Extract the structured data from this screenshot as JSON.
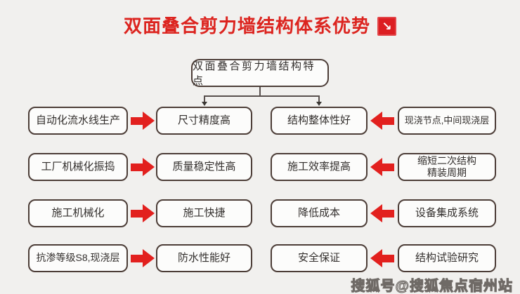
{
  "colors": {
    "background": "#f1f0ee",
    "title_red": "#dc241f",
    "arrow_red": "#e2201e",
    "box_border": "#4c3d37",
    "text": "#332f2d",
    "connector": "#58504d"
  },
  "title": {
    "text": "双面叠合剪力墙结构体系优势",
    "icon_glyph": "↘"
  },
  "root": {
    "label": "双面叠合剪力墙结构特点"
  },
  "rows": [
    {
      "left": "自动化流水线生产",
      "mid_left": "尺寸精度高",
      "mid_right": "结构整体性好",
      "right": "现浇节点,中间现浇层"
    },
    {
      "left": "工厂机械化振捣",
      "mid_left": "质量稳定性高",
      "mid_right": "施工效率提高",
      "right": "缩短二次结构\n精装周期"
    },
    {
      "left": "施工机械化",
      "mid_left": "施工快捷",
      "mid_right": "降低成本",
      "right": "设备集成系统"
    },
    {
      "left": "抗渗等级S8,现浇层",
      "mid_left": "防水性能好",
      "mid_right": "安全保证",
      "right": "结构试验研究"
    }
  ],
  "watermark": {
    "text": "搜狐号@搜狐焦点宿州站"
  }
}
